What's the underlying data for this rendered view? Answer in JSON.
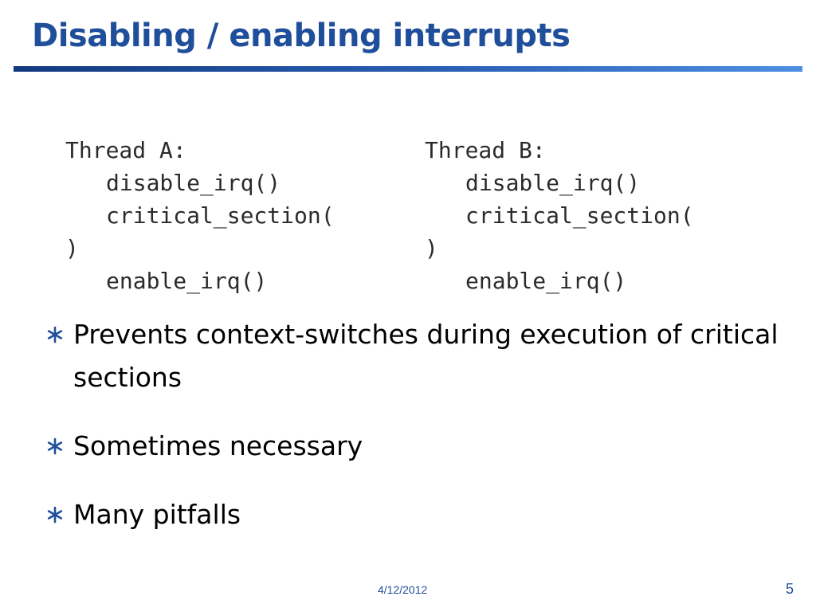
{
  "title": "Disabling / enabling interrupts",
  "code": {
    "thread_a": [
      {
        "text": "Thread A:",
        "indent": false
      },
      {
        "text": "disable_irq()",
        "indent": true
      },
      {
        "text": "critical_section(",
        "indent": true
      },
      {
        "text": ")",
        "indent": false
      },
      {
        "text": "enable_irq()",
        "indent": true
      }
    ],
    "thread_b": [
      {
        "text": "Thread B:",
        "indent": false
      },
      {
        "text": "disable_irq()",
        "indent": true
      },
      {
        "text": "critical_section(",
        "indent": true
      },
      {
        "text": ")",
        "indent": false
      },
      {
        "text": "enable_irq()",
        "indent": true
      }
    ]
  },
  "bullets": [
    "Prevents context-switches during execution of critical sections",
    "Sometimes necessary",
    "Many pitfalls"
  ],
  "bullet_icon": "asterisk-icon",
  "footer": {
    "date": "4/12/2012",
    "page_number": "5"
  },
  "colors": {
    "accent": "#1f4e9b",
    "rule_dark": "#123a80",
    "rule_light": "#4d8fe3"
  }
}
